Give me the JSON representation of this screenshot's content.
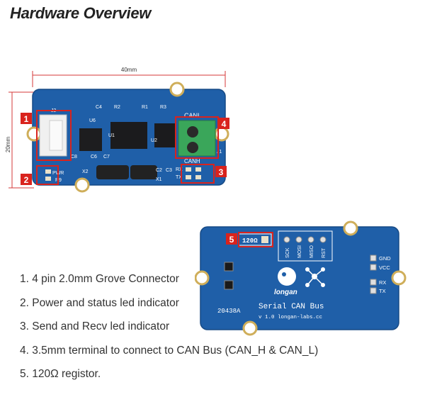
{
  "page_title": "Hardware Overview",
  "front_board": {
    "dim_width": "40mm",
    "dim_height": "20mm",
    "labels": {
      "j2": "J2",
      "u6": "U6",
      "u1": "U1",
      "u2": "U2",
      "j1": "J1",
      "c4": "C4",
      "r2": "R2",
      "r1": "R1",
      "r3": "R3",
      "c8": "C8",
      "c6": "C6",
      "c7": "C7",
      "c2": "C2",
      "c3": "C3",
      "x2": "X2",
      "x1": "X1",
      "pwr": "PWR",
      "r9": "R9",
      "canl": "CANL",
      "canh": "CANH",
      "rx": "RX",
      "tx": "TX"
    },
    "markers": [
      "1",
      "2",
      "3",
      "4"
    ]
  },
  "back_board": {
    "marker": "5",
    "resistor_label": "120Ω",
    "header_pins": [
      "SCK",
      "MOSI",
      "MISO",
      "RST"
    ],
    "side_pins": [
      "GND",
      "VCC",
      "RX",
      "TX"
    ],
    "brand": "longan",
    "part_number": "20438A",
    "product_name": "Serial CAN Bus",
    "version_line": "v 1.0 longan-labs.cc"
  },
  "features": [
    "1. 4 pin 2.0mm Grove Connector",
    "2. Power and status led indicator",
    "3. Send and Recv led indicator",
    "4. 3.5mm terminal to connect to CAN Bus (CAN_H & CAN_L)",
    "5. 120Ω registor."
  ],
  "colors": {
    "pcb": "#1f5fa8",
    "pcb_dark": "#174a85",
    "marker_red": "#d9231d",
    "dim_red": "#d43a3a",
    "terminal_green": "#3aa65a"
  }
}
